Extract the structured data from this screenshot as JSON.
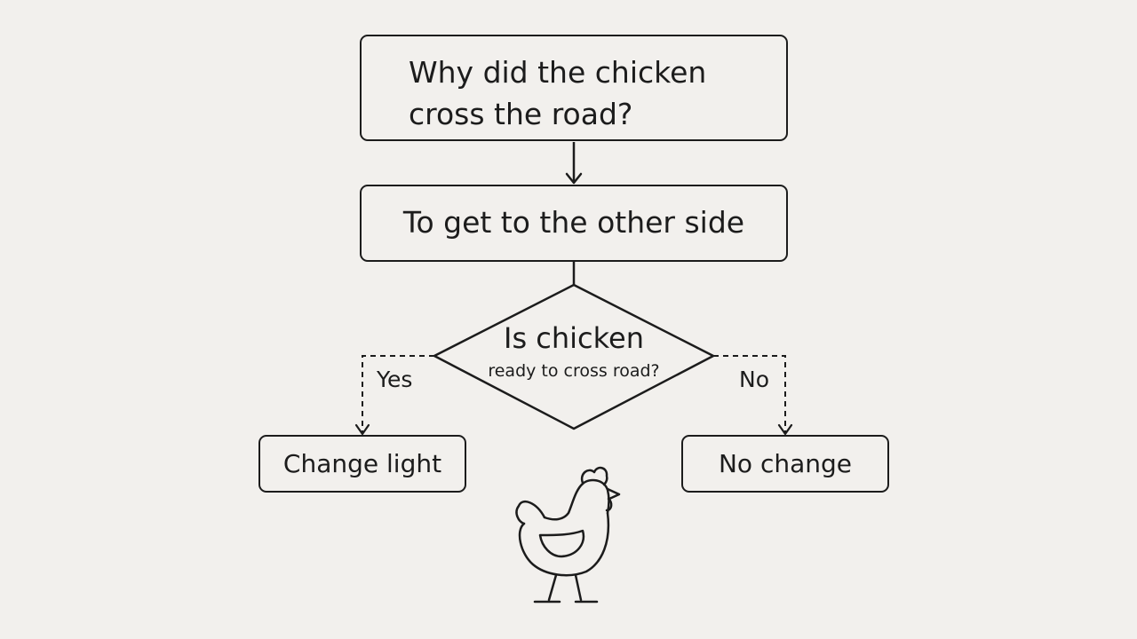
{
  "diagram": {
    "question": "Why did the chicken\ncross the road?",
    "answer": "To get to the other side",
    "decision": {
      "title": "Is chicken",
      "subtitle": "ready to cross road?"
    },
    "yes_label": "Yes",
    "no_label": "No",
    "yes_outcome": "Change light",
    "no_outcome": "No change"
  },
  "illustration": {
    "icon": "chicken-icon"
  },
  "colors": {
    "background": "#f2f0ed",
    "stroke": "#1c1c1c"
  }
}
